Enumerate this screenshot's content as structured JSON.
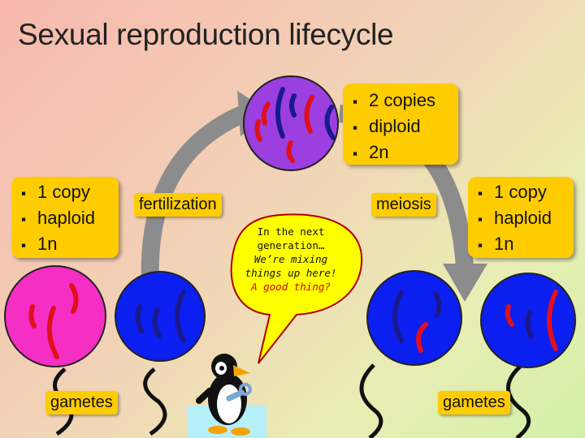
{
  "title": "Sexual reproduction lifecycle",
  "diploid_box": {
    "items": [
      "2 copies",
      "diploid",
      "2n"
    ]
  },
  "haploid_box_left": {
    "items": [
      "1 copy",
      "haploid",
      "1n"
    ]
  },
  "haploid_box_right": {
    "items": [
      "1 copy",
      "haploid",
      "1n"
    ]
  },
  "labels": {
    "fertilization": "fertilization",
    "meiosis": "meiosis",
    "gametes_left": "gametes",
    "gametes_right": "gametes"
  },
  "speech_bubble": {
    "line1": "In the next",
    "line2": "generation…",
    "line3": "We’re mixing",
    "line4": "things up here!",
    "line5": "A good thing?"
  },
  "colors": {
    "box": "#ffcc00",
    "arrow": "#8c8c8c",
    "zygote": "#9b3fe0",
    "gamete_pink": "#f52ec4",
    "gamete_blue": "#0b1ff0",
    "chrom_red": "#e0101c",
    "chrom_navy": "#1a1a8c"
  },
  "icons": [
    "penguin-mascot-icon"
  ]
}
